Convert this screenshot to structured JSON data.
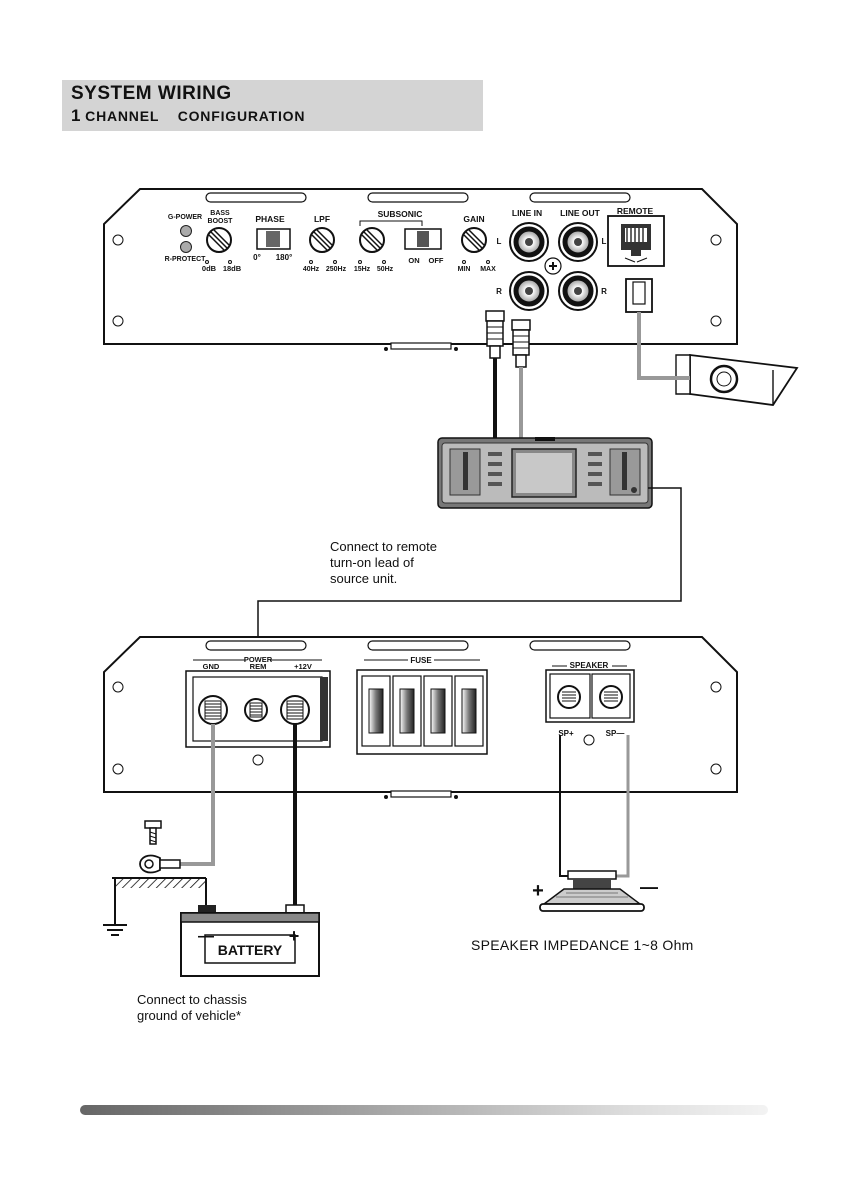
{
  "header": {
    "title": "SYSTEM  WIRING",
    "num": "1",
    "config": " CHANNEL    CONFIGURATION"
  },
  "amp_top": {
    "g_power": "G-POWER",
    "r_protect": "R-PROTECT",
    "bass_boost_1": "BASS",
    "bass_boost_2": "BOOST",
    "bass_min": "0dB",
    "bass_max": "18dB",
    "phase": "PHASE",
    "phase_0": "0°",
    "phase_180": "180°",
    "lpf": "LPF",
    "lpf_min": "40Hz",
    "lpf_max": "250Hz",
    "subsonic": "SUBSONIC",
    "sub_min": "15Hz",
    "sub_max": "50Hz",
    "sub_on": "ON",
    "sub_off": "OFF",
    "gain": "GAIN",
    "gain_min": "MIN",
    "gain_max": "MAX",
    "line_in": "LINE IN",
    "line_out": "LINE OUT",
    "remote": "REMOTE",
    "l": "L",
    "r": "R"
  },
  "amp_bottom": {
    "power": "POWER",
    "gnd": "GND",
    "rem": "REM",
    "v12": "+12V",
    "fuse": "FUSE",
    "speaker": "SPEAKER",
    "sp_plus": "SP+",
    "sp_minus": "SP—"
  },
  "battery": {
    "label": "BATTERY",
    "minus": "—",
    "plus": "+"
  },
  "speaker_signs": {
    "plus": "+",
    "minus": "—"
  },
  "notes": {
    "remote_1": "Connect to remote",
    "remote_2": "turn-on lead of",
    "remote_3": "source unit.",
    "chassis_1": "Connect to chassis",
    "chassis_2": "ground of vehicle*"
  },
  "impedance": "SPEAKER  IMPEDANCE 1~8 Ohm"
}
